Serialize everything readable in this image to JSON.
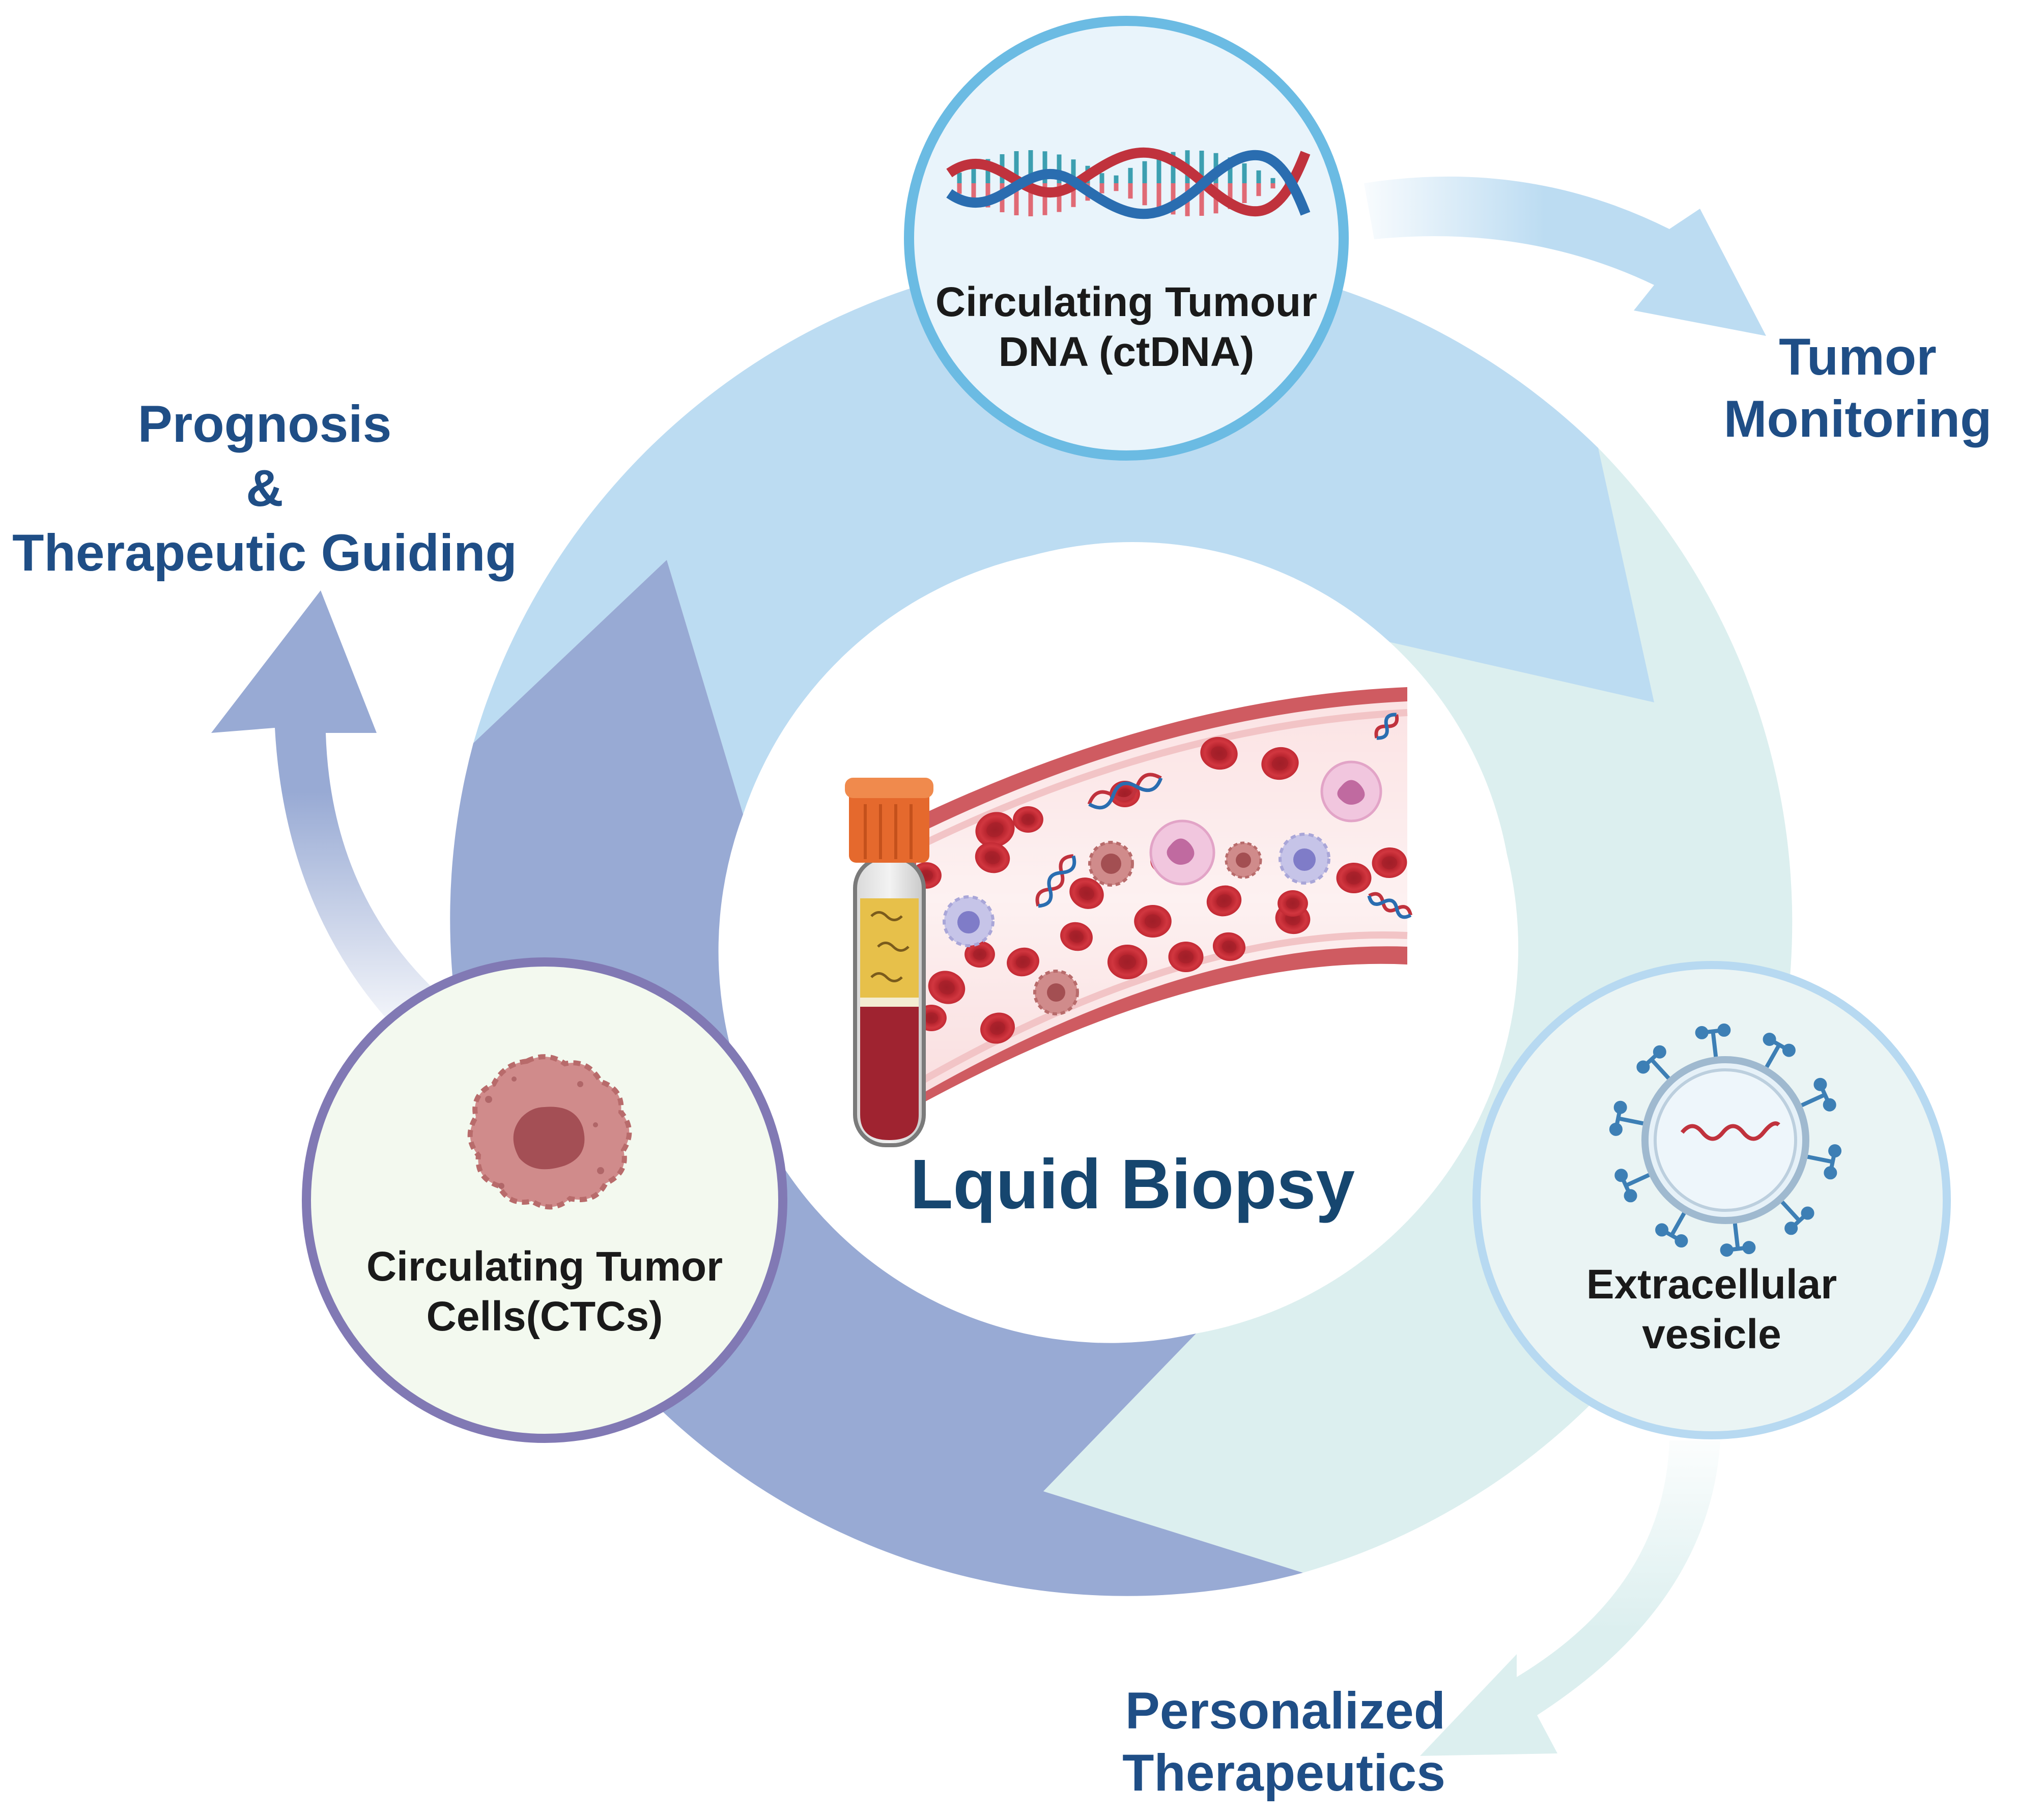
{
  "center": {
    "title": "Lquid Biopsy"
  },
  "nodes": {
    "ctdna": {
      "line1": "Circulating Tumour",
      "line2": "DNA (ctDNA)",
      "icon": "dna-helix-icon",
      "border": "#6bbbe3",
      "fill": "#e9f4fb"
    },
    "ctc": {
      "line1": "Circulating Tumor",
      "line2": "Cells(CTCs)",
      "icon": "tumor-cell-icon",
      "border": "#8179b4",
      "fill": "#f3f9ef"
    },
    "ev": {
      "line1": "Extracellular",
      "line2": "vesicle",
      "icon": "extracellular-vesicle-icon",
      "border": "#b7d9f1",
      "fill": "#eaf4f4"
    }
  },
  "outcomes": {
    "monitoring": {
      "line1": "Tumor",
      "line2": "Monitoring"
    },
    "prognosis": {
      "line1": "Prognosis",
      "line2": "&",
      "line3": "Therapeutic Guiding"
    },
    "personalized": {
      "line1": "Personalized",
      "line2": "Therapeutics"
    }
  },
  "colors": {
    "ring_blue": "#bcdcf2",
    "ring_purple": "#98aad4",
    "ring_teal": "#dcefef",
    "title": "#16466f",
    "outcome_text": "#1f4e86",
    "blood": "#c0323d"
  }
}
